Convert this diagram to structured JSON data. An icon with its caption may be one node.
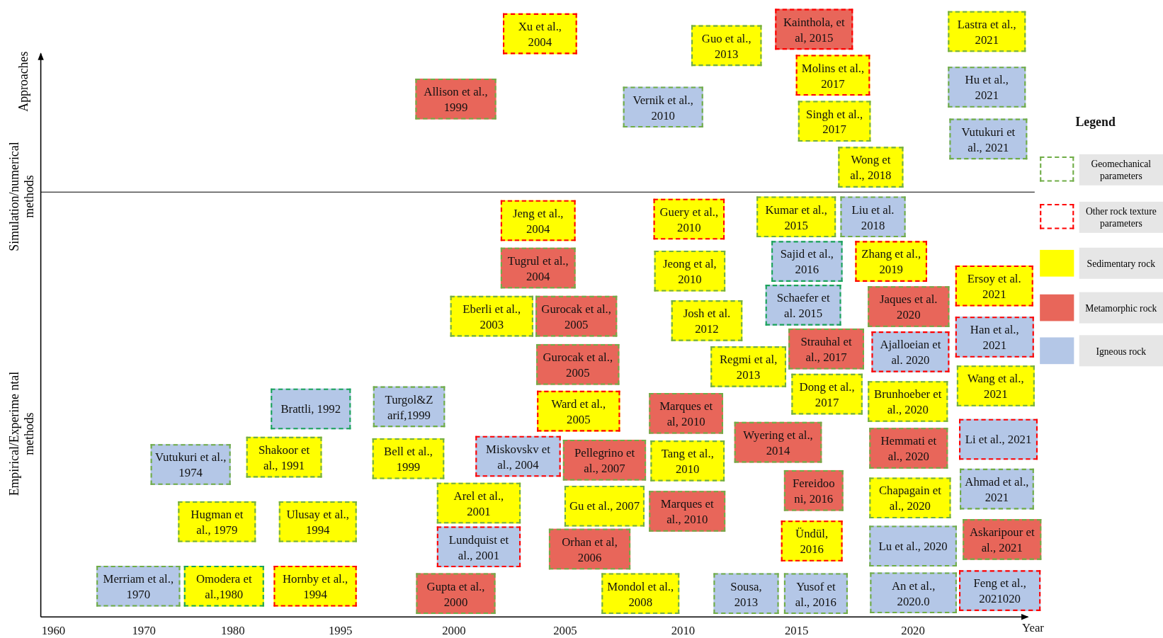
{
  "diagram": {
    "nodes": [
      {
        "text": [
          "Xu et al., 2004"
        ]
      },
      {
        "text": [
          "Guo et al., 2013"
        ]
      },
      {
        "text": [
          "Kainthola, et al, 2015"
        ]
      },
      {
        "text": [
          "Lastra et al., 2021"
        ]
      },
      {
        "text": [
          "Molins et al., 2017"
        ]
      },
      {
        "text": [
          "Allison et al., 1999"
        ]
      },
      {
        "text": [
          "Vernik et al., 2010"
        ]
      },
      {
        "text": [
          "Hu et al., 2021"
        ]
      },
      {
        "text": [
          "Singh et al., 2017"
        ]
      },
      {
        "text": [
          "Vutukuri et al., 2021"
        ]
      },
      {
        "text": [
          "Wong et al., 2018"
        ]
      },
      {
        "text": [
          "Jeng et al., 2004"
        ]
      },
      {
        "text": [
          "Guery et al., 2010"
        ]
      },
      {
        "text": [
          "Kumar et al., 2015"
        ]
      },
      {
        "text": [
          "Liu et al. 2018"
        ]
      },
      {
        "text": [
          "Tugrul et al., 2004"
        ]
      },
      {
        "text": [
          "Jeong et al, 2010"
        ]
      },
      {
        "text": [
          "Sajid et al., 2016"
        ]
      },
      {
        "text": [
          "Zhang et al., 2019"
        ]
      },
      {
        "text": [
          "Ersoy et al. 2021"
        ]
      },
      {
        "text": [
          "Eberli et al., 2003"
        ]
      },
      {
        "text": [
          "Gurocak et al., 2005"
        ]
      },
      {
        "text": [
          "Josh et al. 2012"
        ]
      },
      {
        "text": [
          "Schaefer et al. 2015"
        ]
      },
      {
        "text": [
          "Jaques et al. 2020"
        ]
      },
      {
        "text": [
          "Gurocak et al., 2005"
        ]
      },
      {
        "text": [
          "Strauhal et al., 2017"
        ]
      },
      {
        "text": [
          "Ajalloeian et al. 2020"
        ]
      },
      {
        "text": [
          "Han et al., 2021"
        ]
      },
      {
        "text": [
          "Regmi et al, 2013"
        ]
      },
      {
        "text": [
          "Brattli, 1992"
        ]
      },
      {
        "text": [
          "Turgol&Z arif,1999"
        ]
      },
      {
        "text": [
          "Ward et al., 2005"
        ]
      },
      {
        "text": [
          "Marques et al, 2010"
        ]
      },
      {
        "text": [
          "Dong et al., 2017"
        ]
      },
      {
        "text": [
          "Brunhoeber et al., 2020"
        ]
      },
      {
        "text": [
          "Wang et al., 2021"
        ]
      },
      {
        "text": [
          "Shakoor et al., 1991"
        ]
      },
      {
        "text": [
          "Vutukuri et al., 1974"
        ]
      },
      {
        "text": [
          "Bell et al., 1999"
        ]
      },
      {
        "text": [
          "Miskovskv et al., 2004"
        ]
      },
      {
        "text": [
          "Pellegrino et al., 2007"
        ]
      },
      {
        "text": [
          "Tang et al., 2010"
        ]
      },
      {
        "text": [
          "Wyering et al., 2014"
        ]
      },
      {
        "text": [
          "Hemmati et al., 2020"
        ]
      },
      {
        "text": [
          "Li et al., 2021"
        ]
      },
      {
        "text": [
          "Arel et al., 2001"
        ]
      },
      {
        "text": [
          "Gu et al., 2007"
        ]
      },
      {
        "text": [
          "Marques et al., 2010"
        ]
      },
      {
        "text": [
          "Fereidoo ni, 2016"
        ]
      },
      {
        "text": [
          "Chapagain et al., 2020"
        ]
      },
      {
        "text": [
          "Ahmad et al., 2021"
        ]
      },
      {
        "text": [
          "Hugman et al., 1979"
        ]
      },
      {
        "text": [
          "Ulusay et al., 1994"
        ]
      },
      {
        "text": [
          "Lundquist et al., 2001"
        ]
      },
      {
        "text": [
          "Orhan et al, 2006"
        ]
      },
      {
        "text": [
          "Ündül, 2016"
        ]
      },
      {
        "text": [
          "Lu et al., 2020"
        ]
      },
      {
        "text": [
          "Askaripour et al., 2021"
        ]
      },
      {
        "text": [
          "Merriam et al., 1970"
        ]
      },
      {
        "text": [
          "Omodera et al.,1980"
        ]
      },
      {
        "text": [
          "Hornby et al., 1994"
        ]
      },
      {
        "text": [
          "Gupta et al., 2000"
        ]
      },
      {
        "text": [
          "Mondol et al., 2008"
        ]
      },
      {
        "text": [
          "Sousa, 2013"
        ]
      },
      {
        "text": [
          "Yusof et al., 2016"
        ]
      },
      {
        "text": [
          "An et al., 2020.0"
        ]
      },
      {
        "text": [
          "Feng et al., 2021020"
        ]
      }
    ],
    "labels": [
      "Approaches",
      "Simulation/numerical methods",
      "Empirical/Experime ntal methods",
      "Legend",
      "1960",
      "1970",
      "1980",
      "1995",
      "2000",
      "2005",
      "2010",
      "2015",
      "2020",
      "Year"
    ],
    "legend": [
      {
        "text": "Geomechanical parameters"
      },
      {
        "text": "Other rock texture parameters"
      },
      {
        "text": "Sedimentary rock",
        "color": "#ffff00"
      },
      {
        "text": "Metamorphic rock",
        "color": "#e8665a"
      },
      {
        "text": "Igneous rock",
        "color": "#b4c7e7"
      }
    ]
  }
}
